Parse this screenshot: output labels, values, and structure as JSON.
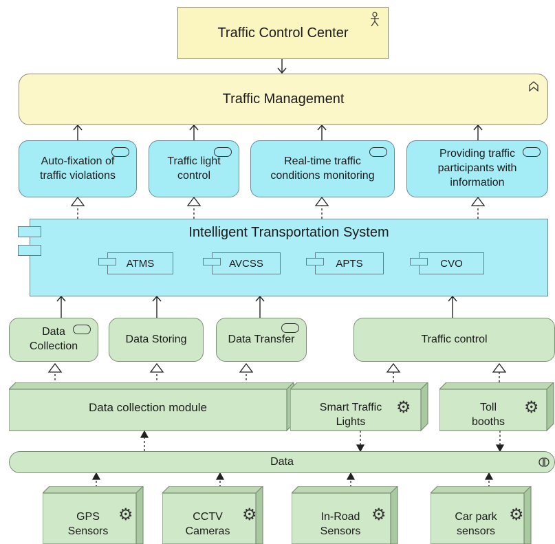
{
  "top": {
    "actor_label": "Traffic Control Center",
    "function_label": "Traffic Management"
  },
  "services": [
    {
      "line1": "Auto-fixation of",
      "line2": "traffic violations"
    },
    {
      "line1": "Traffic light",
      "line2": "control"
    },
    {
      "line1": "Real-time traffic",
      "line2": "conditions monitoring"
    },
    {
      "line1": "Providing traffic",
      "line2": "participants with",
      "line3": "information"
    }
  ],
  "system": {
    "title": "Intelligent Transportation System",
    "components": [
      "ATMS",
      "AVCSS",
      "APTS",
      "CVO"
    ]
  },
  "tech_services": {
    "data_collection": {
      "line1": "Data",
      "line2": "Collection"
    },
    "data_storing": "Data Storing",
    "data_transfer": "Data Transfer",
    "traffic_control": "Traffic control"
  },
  "nodes": {
    "data_collection_module": "Data collection module",
    "smart_traffic_lights": {
      "line1": "Smart Traffic",
      "line2": "Lights"
    },
    "toll_booths": {
      "line1": "Toll",
      "line2": "booths"
    }
  },
  "data_bar": "Data",
  "devices": [
    {
      "line1": "GPS",
      "line2": "Sensors"
    },
    {
      "line1": "CCTV",
      "line2": "Cameras"
    },
    {
      "line1": "In-Road",
      "line2": "Sensors"
    },
    {
      "line1": "Car park",
      "line2": "sensors"
    }
  ],
  "icons": {
    "actor": "actor-icon",
    "function": "function-icon",
    "service": "service-icon",
    "component": "component-icon",
    "device": "gear-icon",
    "interface": "interface-icon"
  },
  "colors": {
    "business_yellow": "#fcf7c8",
    "application_cyan": "#aceef8",
    "technology_green": "#cfe8c8"
  }
}
